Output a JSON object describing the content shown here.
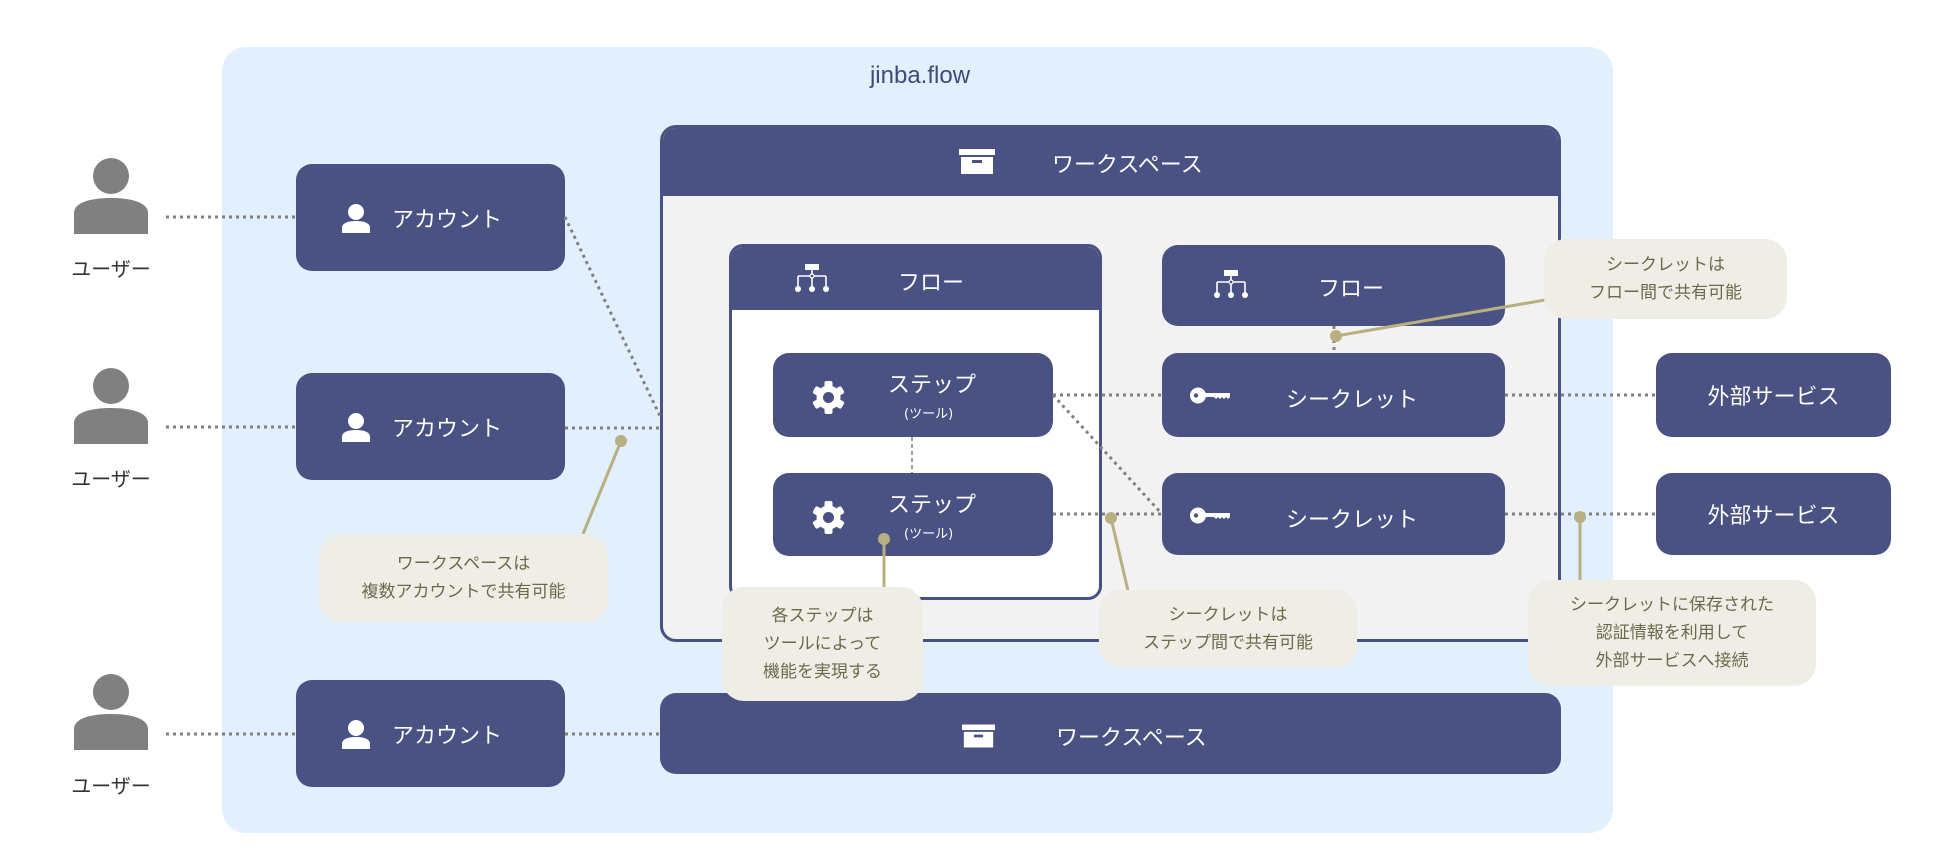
{
  "title": "jinba.flow",
  "colors": {
    "node": "#4a5283",
    "container_bg": "#e2effc",
    "workspace_body": "#f2f2f2",
    "note_bg": "#eeeee6",
    "note_text": "#6b6a4c",
    "annotation_line": "#b8b080",
    "connector": "#808080",
    "user_icon": "#808080"
  },
  "users": [
    {
      "label": "ユーザー",
      "icon": "person-icon"
    },
    {
      "label": "ユーザー",
      "icon": "person-icon"
    },
    {
      "label": "ユーザー",
      "icon": "person-icon"
    }
  ],
  "accounts": [
    {
      "label": "アカウント",
      "icon": "user-icon"
    },
    {
      "label": "アカウント",
      "icon": "user-icon"
    },
    {
      "label": "アカウント",
      "icon": "user-icon"
    }
  ],
  "workspaces": [
    {
      "label": "ワークスペース",
      "icon": "archive-box-icon"
    },
    {
      "label": "ワークスペース",
      "icon": "archive-box-icon"
    }
  ],
  "flows": [
    {
      "label": "フロー",
      "icon": "sitemap-icon"
    },
    {
      "label": "フロー",
      "icon": "sitemap-icon"
    }
  ],
  "steps": [
    {
      "label": "ステップ",
      "sub": "(ツール)",
      "icon": "gear-icon"
    },
    {
      "label": "ステップ",
      "sub": "(ツール)",
      "icon": "gear-icon"
    }
  ],
  "secrets": [
    {
      "label": "シークレット",
      "icon": "key-icon"
    },
    {
      "label": "シークレット",
      "icon": "key-icon"
    }
  ],
  "external_services": [
    {
      "label": "外部サービス"
    },
    {
      "label": "外部サービス"
    }
  ],
  "notes": {
    "workspace_shared": [
      "ワークスペースは",
      "複数アカウントで共有可能"
    ],
    "step_tool": [
      "各ステップは",
      "ツールによって",
      "機能を実現する"
    ],
    "secret_step_shared": [
      "シークレットは",
      "ステップ間で共有可能"
    ],
    "secret_flow_shared": [
      "シークレットは",
      "フロー間で共有可能"
    ],
    "external_connect": [
      "シークレットに保存された",
      "認証情報を利用して",
      "外部サービスへ接続"
    ]
  }
}
